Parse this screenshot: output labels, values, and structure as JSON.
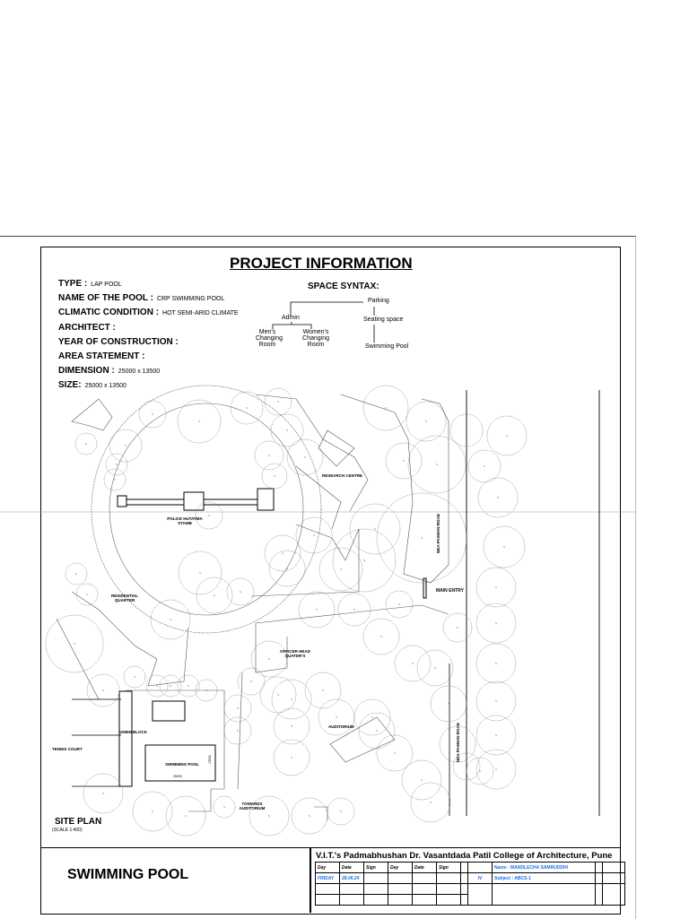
{
  "title": "PROJECT INFORMATION",
  "info": [
    {
      "label": "TYPE :",
      "value": "LAP POOL"
    },
    {
      "label": "NAME OF THE POOL :",
      "value": "CRP SWIMMING POOL"
    },
    {
      "label": "CLIMATIC CONDITION :",
      "value": "HOT SEMI-ARID CLIMATE"
    },
    {
      "label": "ARCHITECT :",
      "value": ""
    },
    {
      "label": "YEAR OF CONSTRUCTION :",
      "value": ""
    },
    {
      "label": "AREA STATEMENT :",
      "value": ""
    },
    {
      "label": "DIMENSION :",
      "value": "25000 x 13500"
    },
    {
      "label": "SIZE:",
      "value": "25000 x 13500"
    }
  ],
  "space_syntax": {
    "title": "SPACE SYNTAX:",
    "nodes": {
      "parking": "Parking",
      "admin": "Admin",
      "mens": "Men's Changing Room",
      "womens": "Women's Changing Room",
      "seating": "Seating space",
      "pool": "Swimming Pool"
    }
  },
  "site_plan": {
    "title": "SITE PLAN",
    "scale": "(SCALE 1:400)",
    "labels": {
      "police": "POLICE HUTATMA STAMB",
      "research": "RESEARCH CENTRE",
      "residential": "RESIDENTIAL QUARTER",
      "officer": "OFFICER HEAD QUATER'S",
      "main_entry": "MAIN ENTRY",
      "road1": "NDA PASHAN ROAD",
      "road2": "NDA PASHAN ROAD",
      "admin": "ADMIN BLOCK",
      "tennis": "TENNIS COURT",
      "pool": "SWIMMING POOL",
      "pool_dim_w": "25000",
      "pool_dim_h": "13500",
      "auditorium": "AUDITORIUM",
      "towards": "TOWARDS AUDITORIUM"
    }
  },
  "title_block": {
    "project": "SWIMMING POOL",
    "college": "V.I.T.'s Padmabhushan Dr. Vasantdada Patil College of Architecture, Pune",
    "headers": [
      "Day",
      "Date",
      "Sign",
      "Day",
      "Date",
      "Sign"
    ],
    "day": "FRIDAY",
    "date": "28.06.24",
    "sem": "IV",
    "name": "Name : MANDLECHA SAMRUDDHI",
    "subject": "Subject : ABCS-1"
  }
}
